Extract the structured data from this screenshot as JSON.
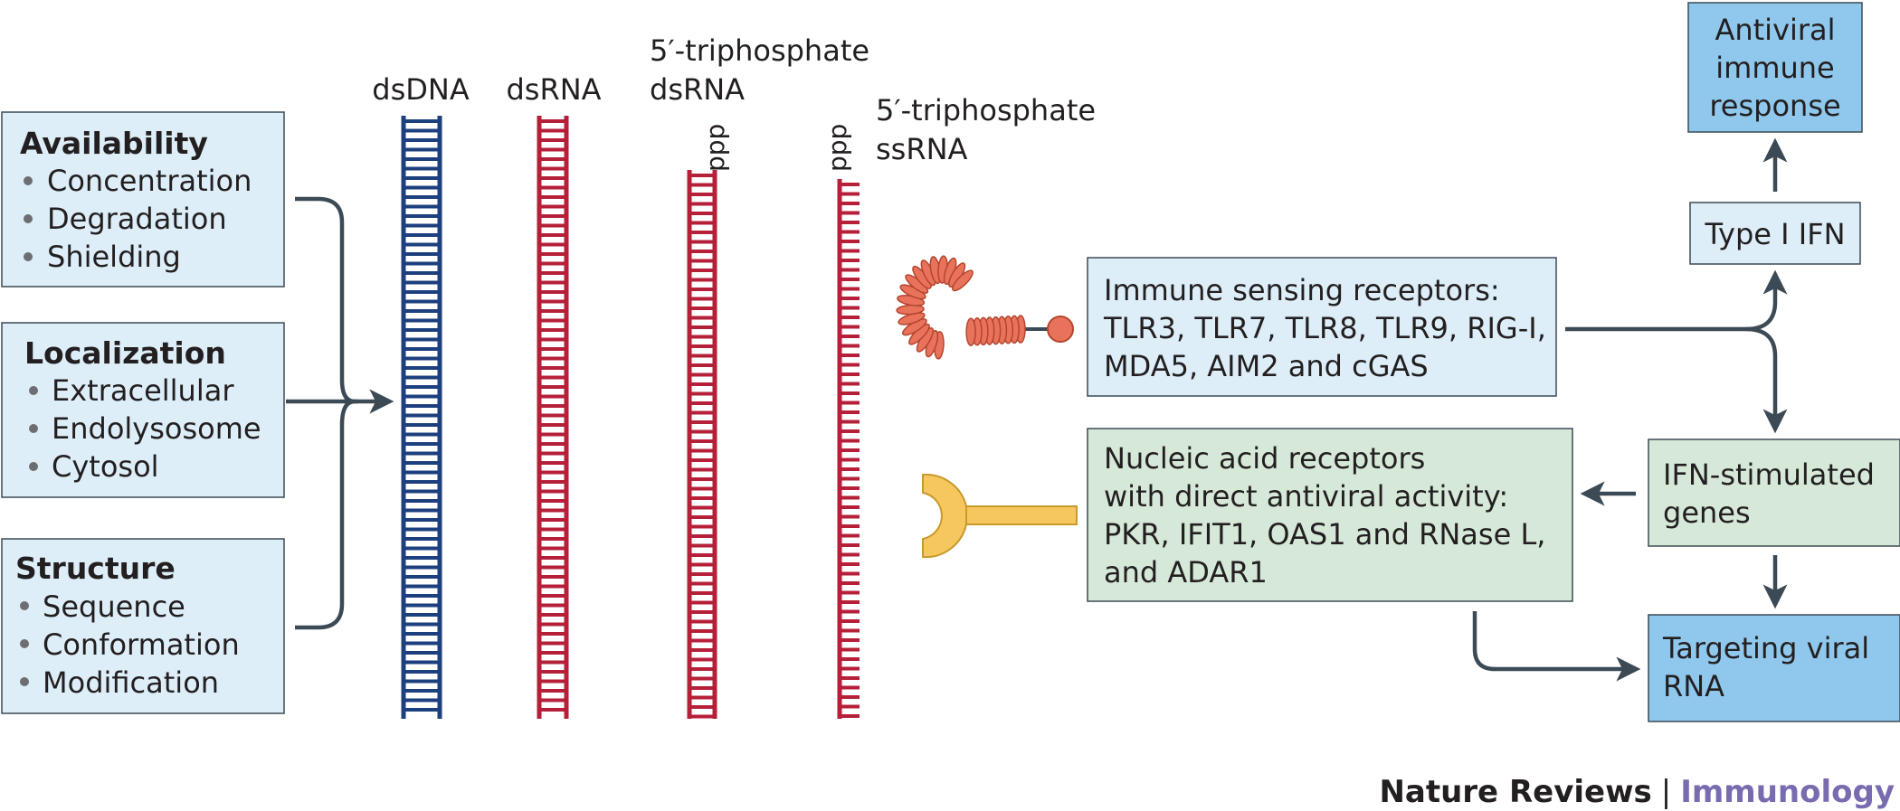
{
  "colors": {
    "light_blue_box": "#ddeef8",
    "mid_blue_box": "#8fc8ec",
    "green_box": "#d6e9d9",
    "dsdna_strand": "#1c3f7d",
    "rna_strand": "#b51f38",
    "receptor_coil": "#e8735a",
    "receptor_y": "#f6c75f",
    "arrow": "#3b4a55"
  },
  "factors": [
    {
      "id": "availability",
      "title": "Availability",
      "items": [
        "Concentration",
        "Degradation",
        "Shielding"
      ]
    },
    {
      "id": "localization",
      "title": "Localization",
      "items": [
        "Extracellular",
        "Endolysosome",
        "Cytosol"
      ]
    },
    {
      "id": "structure",
      "title": "Structure",
      "items": [
        "Sequence",
        "Conformation",
        "Modification"
      ]
    }
  ],
  "nucleic_acids": {
    "dsdna": "dsDNA",
    "dsrna": "dsRNA",
    "tp_dsrna_line1": "5′-triphosphate",
    "tp_dsrna_line2": "dsRNA",
    "tp_ssrna_line1": "5′-triphosphate",
    "tp_ssrna_line2": "ssRNA",
    "ppp": "ppp"
  },
  "receptors": {
    "immune_sensing": [
      "Immune sensing receptors:",
      "TLR3, TLR7, TLR8, TLR9, RIG-I,",
      "MDA5, AIM2 and cGAS"
    ],
    "nucleic_acid": [
      "Nucleic acid receptors",
      "with direct antiviral activity:",
      "PKR, IFIT1, OAS1 and RNase L,",
      "and ADAR1"
    ]
  },
  "pathway": {
    "antiviral": [
      "Antiviral",
      "immune",
      "response"
    ],
    "type1_ifn": "Type I IFN",
    "isg": [
      "IFN-stimulated",
      "genes"
    ],
    "targeting": [
      "Targeting viral",
      "RNA"
    ]
  },
  "credit": {
    "journal": "Nature Reviews",
    "separator": "|",
    "subject": "Immunology"
  }
}
